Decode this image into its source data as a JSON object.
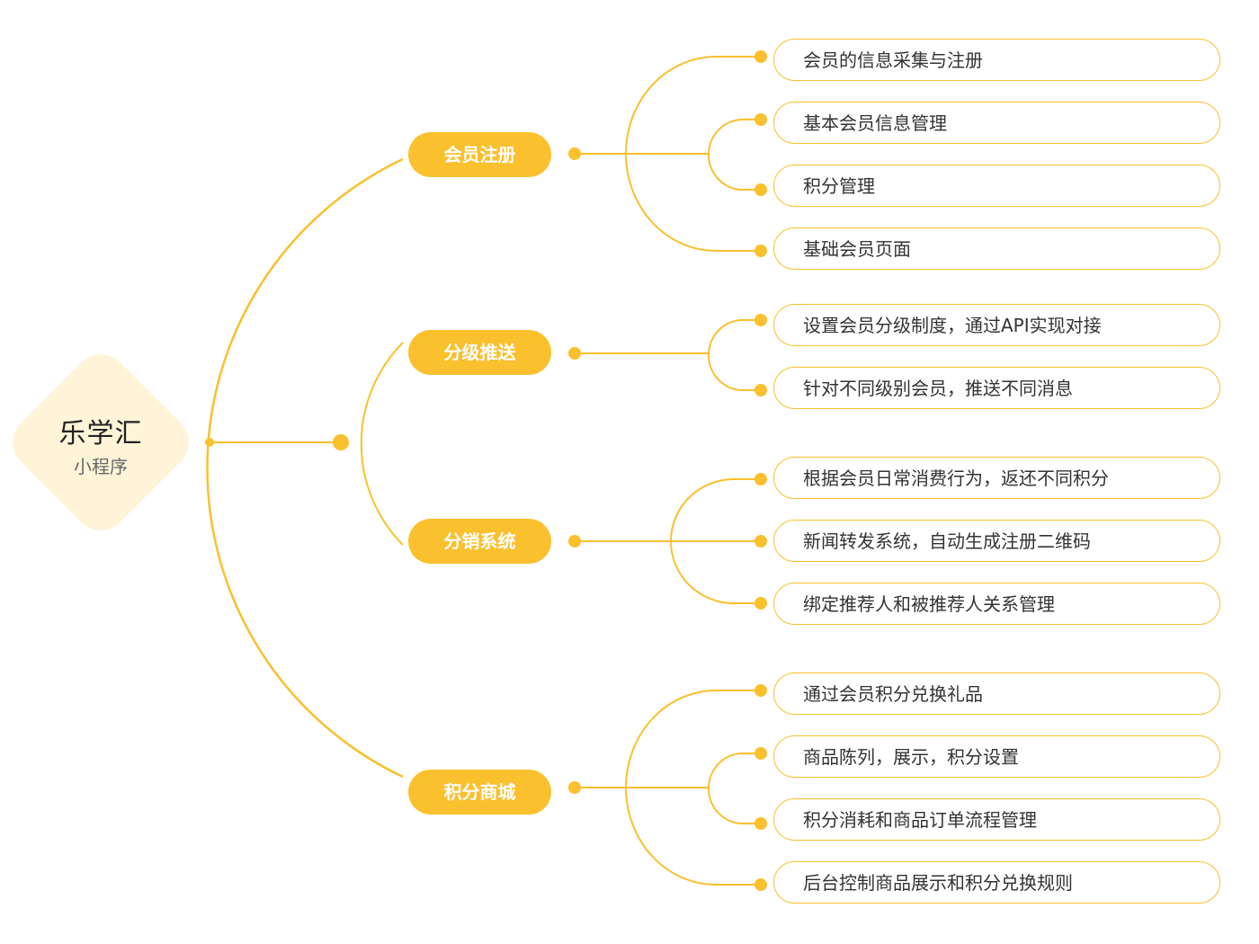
{
  "colors": {
    "accent": "#fbc02d",
    "root_fill": "#fff4d8",
    "text": "#333333",
    "branch_text": "#ffffff"
  },
  "root": {
    "title": "乐学汇",
    "subtitle": "小程序"
  },
  "branches": [
    {
      "label": "会员注册",
      "leaves": [
        "会员的信息采集与注册",
        "基本会员信息管理",
        "积分管理",
        "基础会员页面"
      ]
    },
    {
      "label": "分级推送",
      "leaves": [
        "设置会员分级制度，通过API实现对接",
        "针对不同级别会员，推送不同消息"
      ]
    },
    {
      "label": "分销系统",
      "leaves": [
        "根据会员日常消费行为，返还不同积分",
        "新闻转发系统，自动生成注册二维码",
        "绑定推荐人和被推荐人关系管理"
      ]
    },
    {
      "label": "积分商城",
      "leaves": [
        "通过会员积分兑换礼品",
        "商品陈列，展示，积分设置",
        "积分消耗和商品订单流程管理",
        "后台控制商品展示和积分兑换规则"
      ]
    }
  ]
}
